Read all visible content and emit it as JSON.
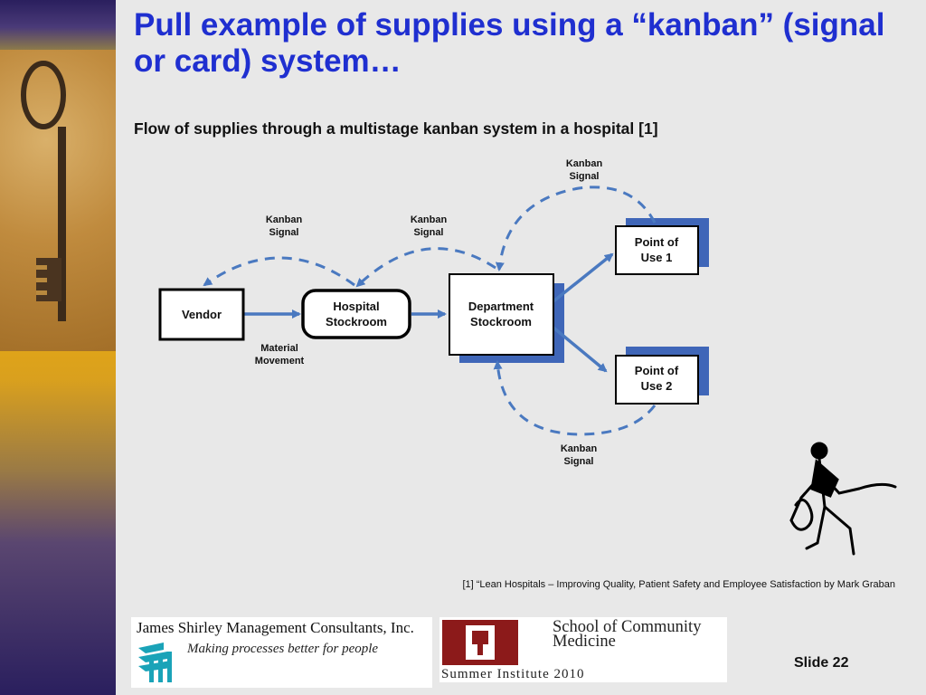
{
  "slide": {
    "title": "Pull example of supplies using a “kanban” (signal or card) system…",
    "subtitle": "Flow of supplies through a multistage kanban system in a hospital [1]",
    "footnote": "[1] “Lean Hospitals – Improving Quality, Patient Safety and Employee Satisfaction by Mark Graban",
    "slide_number": "Slide 22"
  },
  "diagram": {
    "nodes": {
      "vendor": "Vendor",
      "hospital_stockroom": [
        "Hospital",
        "Stockroom"
      ],
      "department_stockroom": [
        "Department",
        "Stockroom"
      ],
      "point_of_use_1": [
        "Point of",
        "Use 1"
      ],
      "point_of_use_2": [
        "Point of",
        "Use 2"
      ]
    },
    "labels": {
      "kanban_signal_1": [
        "Kanban",
        "Signal"
      ],
      "kanban_signal_2": [
        "Kanban",
        "Signal"
      ],
      "kanban_signal_top": [
        "Kanban",
        "Signal"
      ],
      "kanban_signal_bottom": [
        "Kanban",
        "Signal"
      ],
      "material_movement": [
        "Material",
        "Movement"
      ]
    },
    "colors": {
      "arrow": "#4a79c0",
      "shadow": "#3f66b8",
      "title": "#1f2fd0"
    }
  },
  "logos": {
    "consultants_name": "James Shirley Management Consultants, Inc.",
    "consultants_tagline": "Making processes better for people",
    "school_name": "School of Community Medicine",
    "summer_institute": "Summer Institute 2010"
  }
}
